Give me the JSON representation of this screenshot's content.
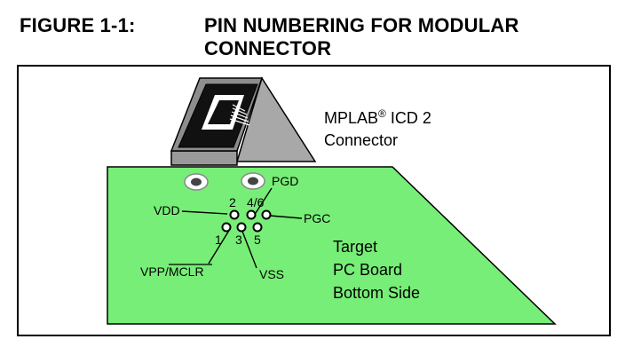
{
  "figure": {
    "number": "FIGURE 1-1:",
    "title": "PIN NUMBERING FOR MODULAR CONNECTOR"
  },
  "connector": {
    "label_line1": "MPLAB",
    "label_registered": "®",
    "label_line1_rest": " ICD 2",
    "label_line2": "Connector"
  },
  "board": {
    "label_lines": [
      "Target",
      "PC Board",
      "Bottom Side"
    ],
    "color": "#77ee77"
  },
  "pins": {
    "pgd": "PGD",
    "vdd": "VDD",
    "pgc": "PGC",
    "vpp_mclr": "VPP/MCLR",
    "vss": "VSS",
    "num_2": "2",
    "num_4_6": "4/6",
    "num_1": "1",
    "num_3": "3",
    "num_5": "5"
  }
}
